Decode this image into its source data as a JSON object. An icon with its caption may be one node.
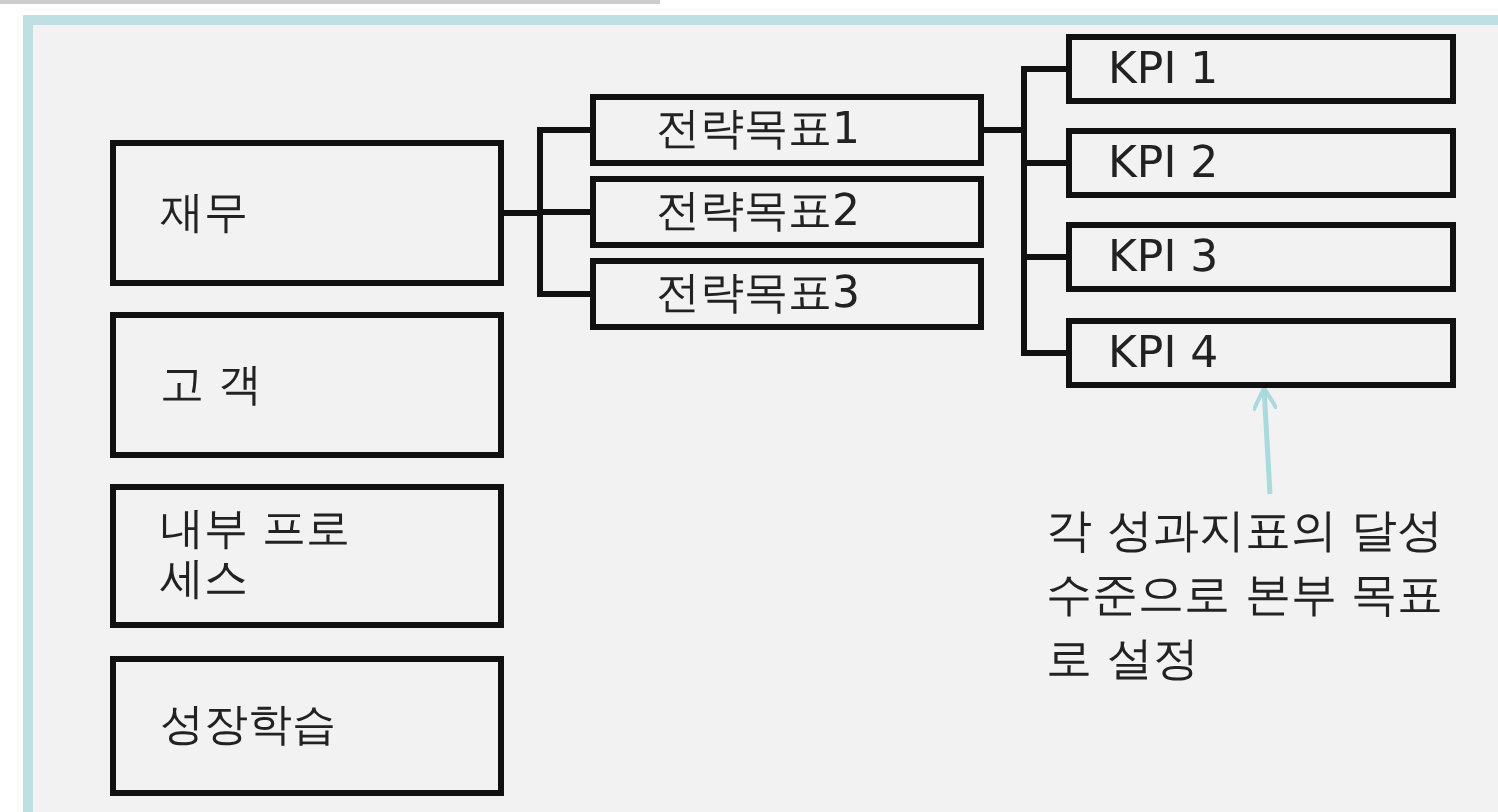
{
  "diagram": {
    "nodes": [
      {
        "text": [
          "재무"
        ]
      },
      {
        "text": [
          "고 객"
        ]
      },
      {
        "text": [
          "내부 프로세스"
        ]
      },
      {
        "text": [
          "성장학습"
        ]
      },
      {
        "text": [
          "전략목표1"
        ]
      },
      {
        "text": [
          "전략목표2"
        ]
      },
      {
        "text": [
          "전략목표3"
        ]
      },
      {
        "text": [
          "KPI 1"
        ]
      },
      {
        "text": [
          "KPI 2"
        ]
      },
      {
        "text": [
          "KPI 3"
        ]
      },
      {
        "text": [
          "KPI 4"
        ]
      },
      {
        "text": [
          "각 성과지표의 달성 수준으로 본부 목표로 설정"
        ]
      }
    ],
    "edges": [
      {
        "from": 0,
        "to": 4,
        "arrow": "none"
      },
      {
        "from": 0,
        "to": 5,
        "arrow": "none"
      },
      {
        "from": 0,
        "to": 6,
        "arrow": "none"
      },
      {
        "from": 4,
        "to": 7,
        "arrow": "none"
      },
      {
        "from": 4,
        "to": 8,
        "arrow": "none"
      },
      {
        "from": 4,
        "to": 9,
        "arrow": "none"
      },
      {
        "from": 4,
        "to": 10,
        "arrow": "none"
      },
      {
        "from": 11,
        "to": 10,
        "arrow": "to",
        "color": "#a9dadd"
      }
    ]
  }
}
